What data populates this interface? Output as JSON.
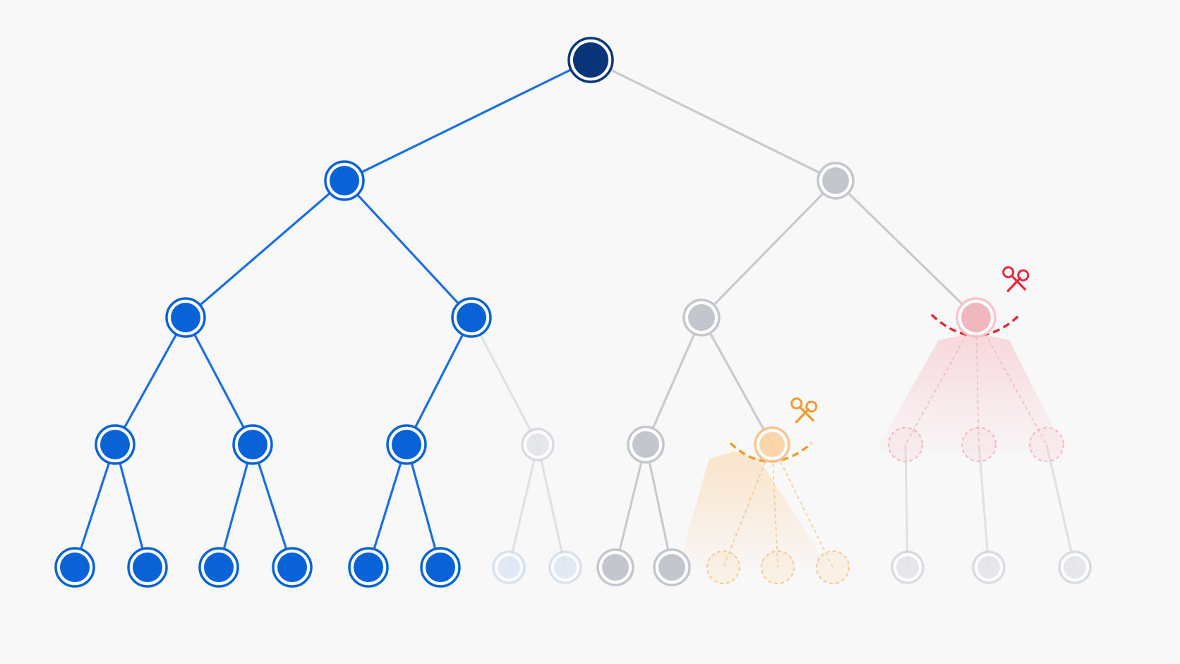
{
  "colors": {
    "background": "#f8f8f9",
    "root": "#0a3578",
    "blue": "#0a63d6",
    "blue_line": "#1a6fe0",
    "gray": "#c3c6cd",
    "gray_line": "#c7cad1",
    "faint_blue": "#dbe6f4",
    "faint_gray": "#e3e5e9",
    "orange": "#f29a2e",
    "orange_fill": "#fbd3a4",
    "red": "#e5283b",
    "red_fill": "#f0b4bc"
  },
  "icons": {
    "cut_subtree_orange": "scissors-icon",
    "cut_subtree_red": "scissors-icon"
  },
  "tree": {
    "root": {
      "id": "n0",
      "status": "root"
    },
    "nodes": [
      {
        "id": "n1",
        "parent": "n0",
        "status": "active"
      },
      {
        "id": "n2",
        "parent": "n0",
        "status": "inactive"
      },
      {
        "id": "n3",
        "parent": "n1",
        "status": "active"
      },
      {
        "id": "n4",
        "parent": "n1",
        "status": "active"
      },
      {
        "id": "n5",
        "parent": "n2",
        "status": "inactive"
      },
      {
        "id": "n6",
        "parent": "n2",
        "status": "pruned-red"
      },
      {
        "id": "n7",
        "parent": "n3",
        "status": "active"
      },
      {
        "id": "n8",
        "parent": "n3",
        "status": "active"
      },
      {
        "id": "n9",
        "parent": "n4",
        "status": "active"
      },
      {
        "id": "n10",
        "parent": "n4",
        "status": "faint"
      },
      {
        "id": "n11",
        "parent": "n5",
        "status": "inactive"
      },
      {
        "id": "n12",
        "parent": "n5",
        "status": "pruned-orange"
      },
      {
        "id": "n13",
        "parent": "n6",
        "status": "pruned-red-ghost"
      },
      {
        "id": "n14",
        "parent": "n6",
        "status": "pruned-red-ghost"
      },
      {
        "id": "n15",
        "parent": "n6",
        "status": "pruned-red-ghost"
      },
      {
        "id": "n16",
        "parent": "n7",
        "status": "active"
      },
      {
        "id": "n17",
        "parent": "n7",
        "status": "active"
      },
      {
        "id": "n18",
        "parent": "n8",
        "status": "active"
      },
      {
        "id": "n19",
        "parent": "n8",
        "status": "active"
      },
      {
        "id": "n20",
        "parent": "n9",
        "status": "active"
      },
      {
        "id": "n21",
        "parent": "n9",
        "status": "active"
      },
      {
        "id": "n22",
        "parent": "n10",
        "status": "faint-blue"
      },
      {
        "id": "n23",
        "parent": "n10",
        "status": "faint-blue"
      },
      {
        "id": "n24",
        "parent": "n11",
        "status": "inactive"
      },
      {
        "id": "n25",
        "parent": "n11",
        "status": "inactive"
      },
      {
        "id": "n26",
        "parent": "n12",
        "status": "pruned-orange-ghost"
      },
      {
        "id": "n27",
        "parent": "n12",
        "status": "pruned-orange-ghost"
      },
      {
        "id": "n28",
        "parent": "n12",
        "status": "pruned-orange-ghost"
      },
      {
        "id": "n29",
        "parent": "n13",
        "status": "faint"
      },
      {
        "id": "n30",
        "parent": "n14",
        "status": "faint"
      },
      {
        "id": "n31",
        "parent": "n15",
        "status": "faint"
      }
    ]
  }
}
